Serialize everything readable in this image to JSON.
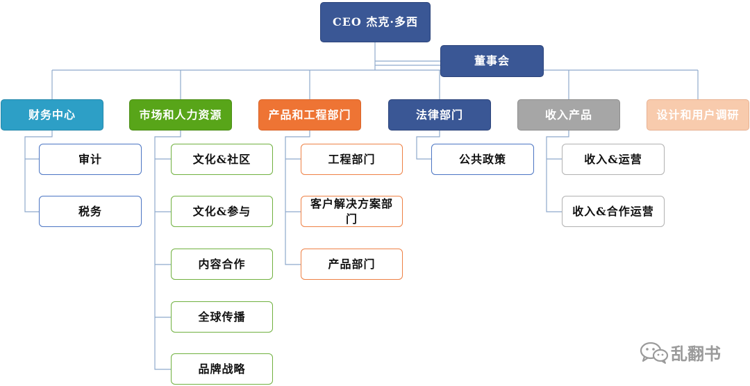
{
  "ceo": "CEO 杰克·多西",
  "board": "董事会",
  "departments": [
    {
      "label": "财务中心",
      "children": [
        "审计",
        "税务"
      ]
    },
    {
      "label": "市场和人力资源",
      "children": [
        "文化&社区",
        "文化&参与",
        "内容合作",
        "全球传播",
        "品牌战略"
      ]
    },
    {
      "label": "产品和工程部门",
      "children": [
        "工程部门",
        "客户解决方案部门",
        "产品部门"
      ]
    },
    {
      "label": "法律部门",
      "children": [
        "公共政策"
      ]
    },
    {
      "label": "收入产品",
      "children": [
        "收入&运营",
        "收入&合作运营"
      ]
    },
    {
      "label": "设计和用户调研",
      "children": []
    }
  ],
  "watermark": "乱翻书",
  "colors": {
    "navy": "#3a5795",
    "cyan": "#2d9fc6",
    "green": "#58a519",
    "orange": "#ee7434",
    "gray": "#a6a6a6",
    "peach": "#f8cbad",
    "line": "#8ea9cc"
  }
}
